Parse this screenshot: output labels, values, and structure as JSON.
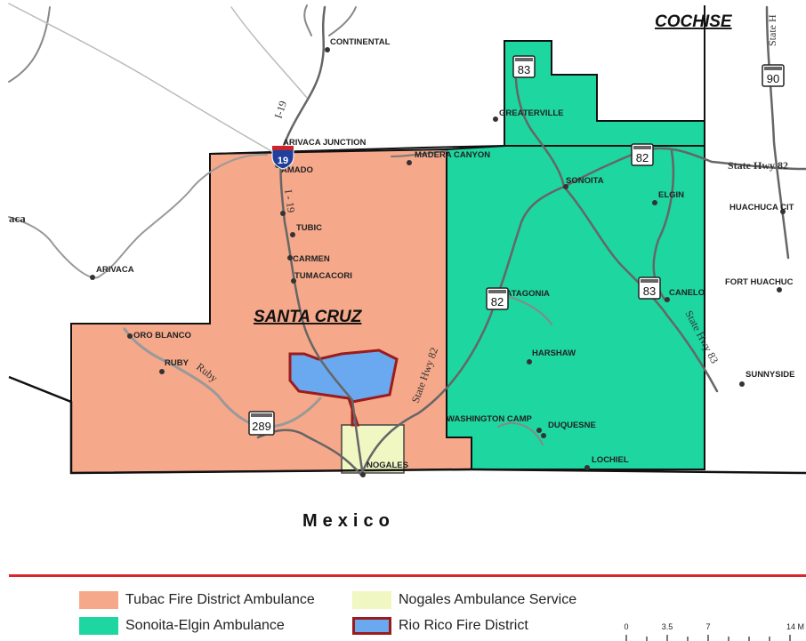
{
  "counties": {
    "cochise": "COCHISE",
    "santa_cruz": "SANTA CRUZ"
  },
  "country": "Mexico",
  "places": {
    "continental": "CONTINENTAL",
    "arivaca_junction": "ARIVACA JUNCTION",
    "amado": "AMADO",
    "madera_canyon": "MADERA CANYON",
    "greaterville": "GREATERVILLE",
    "sonoita": "SONOITA",
    "elgin": "ELGIN",
    "huachuca_city": "HUACHUCA CIT",
    "fort_huachuca": "FORT HUACHUC",
    "canelo": "CANELO",
    "sunnyside": "SUNNYSIDE",
    "tubic": "TUBIC",
    "carmen": "CARMEN",
    "tumacacori": "TUMACACORI",
    "arivaca": "ARIVACA",
    "arivaca_partial": "aca",
    "patagonia": "PATAGONIA",
    "harshaw": "HARSHAW",
    "oro_blanco": "ORO BLANCO",
    "ruby": "RUBY",
    "washington_camp": "WASHINGTON CAMP",
    "duquesne": "DUQUESNE",
    "lochiel": "LOCHIEL",
    "nogales": "NOGALES"
  },
  "roads": {
    "i19_upper": "I-19",
    "i19_lower": "I - 19",
    "state_hwy_82_east": "State Hwy 82",
    "state_hwy_82_diag": "State Hwy 82",
    "state_hwy_83": "State Hwy 83",
    "state_hwy_top_right": "State H",
    "ruby_road": "Ruby"
  },
  "shields": {
    "i19": "19",
    "hwy83_north": "83",
    "hwy82_east": "82",
    "hwy90": "90",
    "hwy82_patagonia": "82",
    "hwy83_south": "83",
    "hwy289": "289"
  },
  "legend": {
    "items": [
      {
        "label": "Tubac Fire District Ambulance",
        "color": "#f5a88a"
      },
      {
        "label": "Nogales Ambulance Service",
        "color": "#f0f7c2"
      },
      {
        "label": "Sonoita-Elgin Ambulance",
        "color": "#1dd6a0"
      },
      {
        "label": "Rio Rico Fire District",
        "color": "#6aa8f0",
        "border": "#9c1b1b"
      }
    ]
  },
  "scale": {
    "ticks": [
      "0",
      "3.5",
      "7",
      "14 M"
    ]
  },
  "colors": {
    "tubac": "#f5a88a",
    "sonoita": "#1dd6a0",
    "nogales": "#f0f7c2",
    "rio_rico": "#6aa8f0",
    "rio_rico_border": "#9c1b1b",
    "divider": "#d8262c"
  }
}
